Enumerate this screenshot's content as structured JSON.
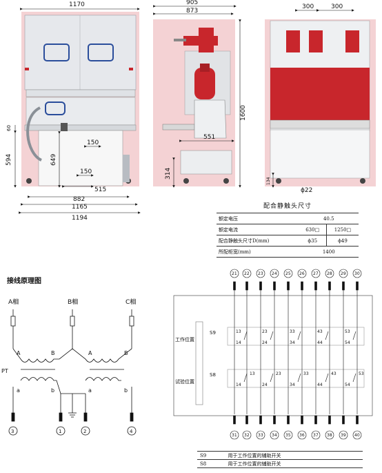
{
  "dimensions": {
    "front_width": "1170",
    "side_depth_a": "905",
    "side_depth_b": "873",
    "rear_spacing_1": "300",
    "rear_spacing_2": "300",
    "height": "1600",
    "left_60": "60",
    "left_594": "594",
    "inner_649": "649",
    "inner_150a": "150",
    "inner_150b": "150",
    "inner_515": "515",
    "bottom_882": "882",
    "bottom_1165": "1165",
    "bottom_1194": "1194",
    "side_551": "551",
    "side_314": "314",
    "rear_134": "134",
    "rear_phi22": "ϕ22"
  },
  "spec_table": {
    "title": "配合静触头尺寸",
    "rows": [
      {
        "label": "额定电压",
        "value": "40.5"
      },
      {
        "label": "额定电流",
        "v1": "630□",
        "v2": "1250□"
      },
      {
        "label": "配合静触头尺寸D(mm)",
        "v1": "ϕ35",
        "v2": "ϕ49"
      },
      {
        "label": "所配柜宽(mm)",
        "value": "1400"
      }
    ]
  },
  "wiring": {
    "title": "接线原理图",
    "phases": [
      "A相",
      "B相",
      "C相"
    ],
    "pt_label": "PT",
    "coil_top": [
      "A",
      "B",
      "A",
      "B"
    ],
    "coil_bottom": [
      "a",
      "b",
      "a",
      "b"
    ],
    "terminals": [
      "3",
      "1",
      "2",
      "4"
    ]
  },
  "aux": {
    "top_terms": [
      "21",
      "22",
      "23",
      "24",
      "25",
      "26",
      "27",
      "28",
      "29",
      "30"
    ],
    "bottom_terms": [
      "31",
      "32",
      "33",
      "34",
      "35",
      "36",
      "37",
      "38",
      "39",
      "40"
    ],
    "s9_label": "S9",
    "s8_label": "S8",
    "work_pos": "工作位置",
    "test_pos": "试验位置",
    "s9_contacts_top": [
      "13",
      "23",
      "33",
      "43",
      "53"
    ],
    "s9_contacts_bot": [
      "14",
      "24",
      "34",
      "44",
      "54"
    ],
    "s8_contacts_top": [
      "13",
      "23",
      "33",
      "43",
      "53"
    ],
    "s8_contacts_bot": [
      "14",
      "24",
      "34",
      "44",
      "54"
    ],
    "legend": [
      {
        "code": "S9",
        "desc": "用于工作位置的辅助开关"
      },
      {
        "code": "S8",
        "desc": "用于工作位置的辅助开关"
      }
    ]
  },
  "colors": {
    "panel_pink": "#f4d2d4",
    "insulator_red": "#c8262c",
    "frame_gray": "#c9cdd2",
    "window_blue": "#2a4d9b"
  }
}
